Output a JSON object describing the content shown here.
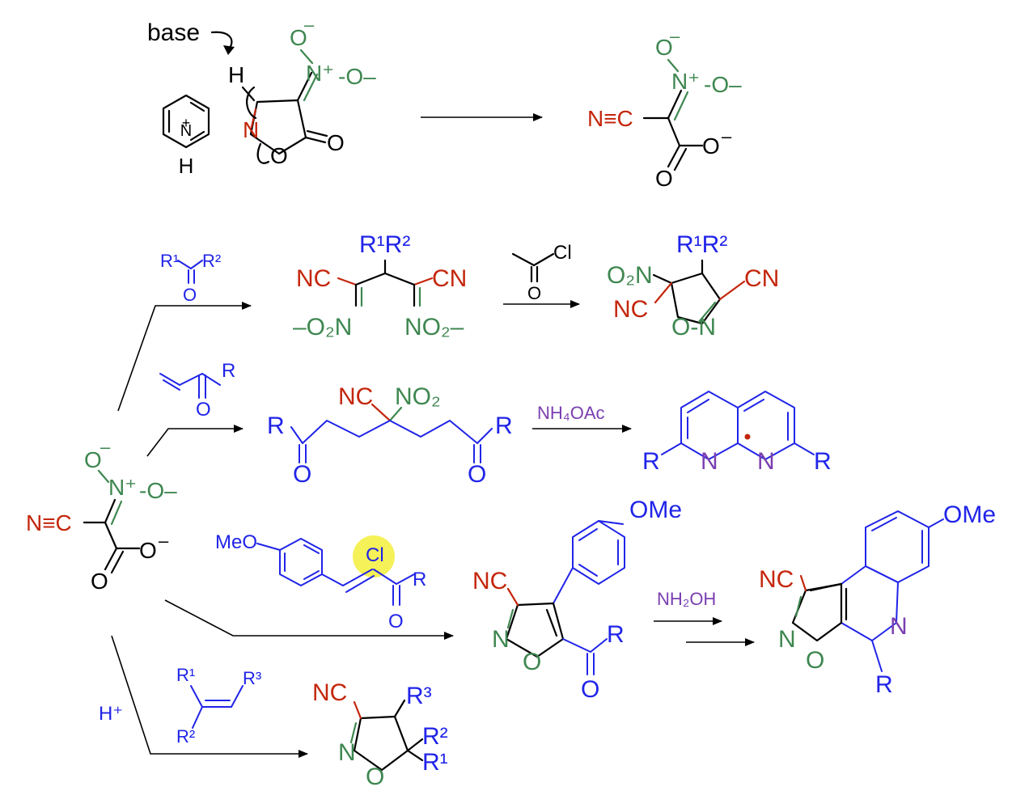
{
  "colors": {
    "black": "#000000",
    "red": "#c4260c",
    "green": "#3e8750",
    "blue": "#2024e8",
    "purple": "#7a3fb0",
    "highlight": "#f4f046"
  },
  "labels": {
    "base": "base",
    "H": "H",
    "N": "N",
    "O": "O",
    "plus": "+",
    "minus": "–",
    "N_plus": "N⁺",
    "O_minus_dash": "-O–",
    "NC": "NC",
    "CN": "CN",
    "N_triple_C": "N≡C",
    "R": "R",
    "R1": "R¹",
    "R2": "R²",
    "R3": "R³",
    "R1R2": "R¹R²",
    "O2N_minus": "–O₂N",
    "NO2_minus": "NO₂–",
    "O2N": "O₂N",
    "NO2": "NO₂",
    "Cl": "Cl",
    "ON": "O-N",
    "MeO": "MeO",
    "OMe": "OMe",
    "H_plus": "H⁺"
  },
  "reagents": {
    "ammonium_acetate": "NH₄OAc",
    "hydroxylamine": "NH₂OH"
  }
}
